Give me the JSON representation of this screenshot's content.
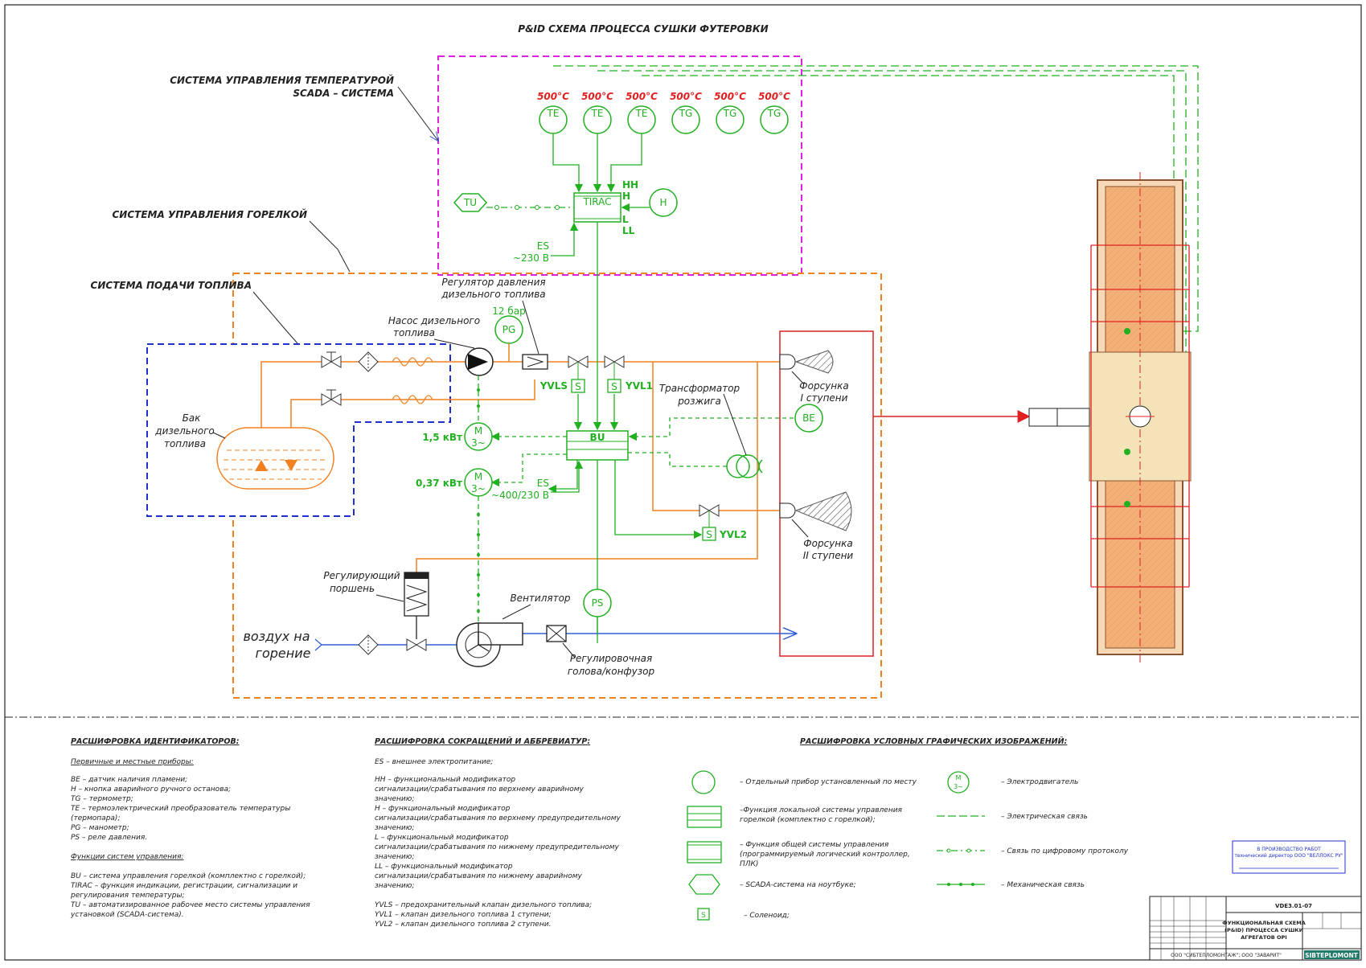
{
  "title": "P&ID СХЕМА ПРОЦЕССА СУШКИ ФУТЕРОВКИ",
  "systems": {
    "temp_control_1": "СИСТЕМА УПРАВЛЕНИЯ ТЕМПЕРАТУРОЙ",
    "temp_control_2": "SCADA – СИСТЕМА",
    "burner_control": "СИСТЕМА УПРАВЛЕНИЯ ГОРЕЛКОЙ",
    "fuel_supply": "СИСТЕМА ПОДАЧИ ТОПЛИВА"
  },
  "sensors": [
    {
      "temp": "500°C",
      "tag": "TE"
    },
    {
      "temp": "500°C",
      "tag": "TE"
    },
    {
      "temp": "500°C",
      "tag": "TE"
    },
    {
      "temp": "500°C",
      "tag": "TG"
    },
    {
      "temp": "500°C",
      "tag": "TG"
    },
    {
      "temp": "500°C",
      "tag": "TG"
    }
  ],
  "controller": {
    "tirac": "TIRAC",
    "tu": "TU",
    "h": "H",
    "hh": "HH",
    "h2": "H",
    "l": "L",
    "ll": "LL",
    "es": "ES",
    "es_volt": "~230 В"
  },
  "burner": {
    "pressure_reg_1": "Регулятор давления",
    "pressure_reg_2": "дизельного топлива",
    "pump_1": "Насос дизельного",
    "pump_2": "топлива",
    "pg": "PG",
    "pg_val": "12 бар",
    "yvls": "YVLS",
    "yvl1": "YVL1",
    "yvl2": "YVL2",
    "s": "S",
    "bu": "BU",
    "be": "BE",
    "ps": "PS",
    "m": "M",
    "m_ph": "3~",
    "motor1_kw": "1,5 кВт",
    "motor2_kw": "0,37 кВт",
    "es": "ES",
    "es_volt": "~400/230 В",
    "transformer_1": "Трансформатор",
    "transformer_2": "розжига",
    "nozzle1_1": "Форсунка",
    "nozzle1_2": "I ступени",
    "nozzle2_1": "Форсунка",
    "nozzle2_2": "II ступени",
    "tank_1": "Бак",
    "tank_2": "дизельного",
    "tank_3": "топлива",
    "piston_1": "Регулирующий",
    "piston_2": "поршень",
    "fan": "Вентилятор",
    "air_1": "воздух на",
    "air_2": "горение",
    "head_1": "Регулировочная",
    "head_2": "голова/конфузор"
  },
  "legend_ids": {
    "heading": "РАСШИФРОВКА ИДЕНТИФИКАТОРОВ:",
    "sub1": "Первичные и местные приборы:",
    "lines1": [
      "BE – датчик наличия пламени;",
      "H – кнопка аварийного ручного останова;",
      "TG – термометр;",
      "TE – термоэлектрический преобразователь температуры",
      "(термопара);",
      "PG – манометр;",
      "PS – реле давления."
    ],
    "sub2": "Функции систем управления:",
    "lines2": [
      "BU – система управления горелкой (комплектно с горелкой);",
      "TIRAC – функция индикации, регистрации, сигнализации и",
      "регулирования температуры;",
      "TU – автоматизированное рабочее место системы управления",
      "установкой (SCADA-система)."
    ]
  },
  "legend_abbr": {
    "heading": "РАСШИФРОВКА СОКРАЩЕНИЙ И АББРЕВИАТУР:",
    "lines": [
      "ES – внешнее электропитание;",
      "",
      "HH – функциональный модификатор",
      "сигнализации/срабатывания по верхнему аварийному",
      "значению;",
      "H – функциональный модификатор",
      "сигнализации/срабатывания по верхнему предупредительному",
      "значению;",
      "L – функциональный модификатор",
      "сигнализации/срабатывания по нижнему предупредительному",
      "значению;",
      "LL – функциональный модификатор",
      "сигнализации/срабатывания по нижнему аварийному",
      "значению;",
      "",
      "YVLS – предохранительный клапан дизельного топлива;",
      "YVL1 – клапан дизельного топлива 1 ступени;",
      "YVL2 – клапан дизельного топлива 2 ступени."
    ]
  },
  "legend_symbols": {
    "heading": "РАСШИФРОВКА УСЛОВНЫХ ГРАФИЧЕСКИХ ИЗОБРАЖЕНИЙ:",
    "circle": "– Отдельный прибор установленный по месту",
    "local_1": "–Функция локальной системы управления",
    "local_2": "горелкой (комплектно с горелкой);",
    "general_1": "– Функция общей системы управления",
    "general_2": "(программируемый логический контроллер,",
    "general_3": "ПЛК)",
    "scada": "– SCADA-система на ноутбуке;",
    "solenoid": "– Соленоид;",
    "motor": "– Электродвигатель",
    "elec": "– Электрическая связь",
    "digital": "– Связь по цифровому протоколу",
    "mech": "– Механическая связь",
    "m": "M",
    "m_ph": "3~",
    "s": "S"
  },
  "stamp": {
    "approve_1": "В ПРОИЗВОДСТВО РАБОТ",
    "approve_2": "технический директор ООО \"ВЕЛЛОКС РУ\"",
    "code": "VDE3.01-07",
    "name_1": "ФУНКЦИОНАЛЬНАЯ СХЕМА",
    "name_2": "(P&ID) ПРОЦЕССА СУШКИ",
    "name_3": "АГРЕГАТОВ ОРI",
    "company": "ООО \"СИБТЕПЛОМОНТАЖ\"; ООО \"ЗАВАРИТ\"",
    "logo": "SIBTEPLOMONT"
  }
}
